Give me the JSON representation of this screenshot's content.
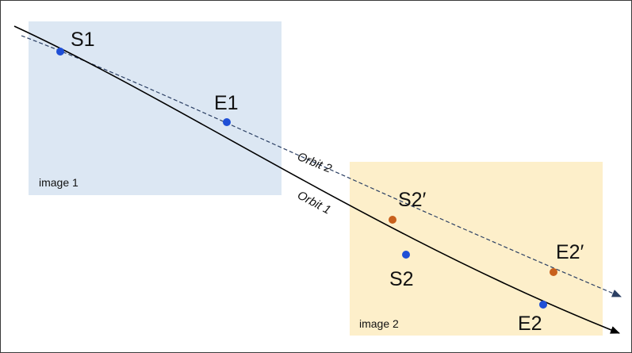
{
  "images": [
    {
      "id": "image1",
      "label": "image 1",
      "fill": "#dce7f3"
    },
    {
      "id": "image2",
      "label": "image 2",
      "fill": "#fdefca"
    }
  ],
  "orbits": [
    {
      "id": "orbit1",
      "label": "Orbit 1",
      "style": "solid",
      "color": "#000000"
    },
    {
      "id": "orbit2",
      "label": "Orbit 2",
      "style": "dashed",
      "color": "#2b3f63"
    }
  ],
  "points": [
    {
      "id": "S1",
      "label": "S1",
      "color": "#1f4fd6"
    },
    {
      "id": "E1",
      "label": "E1",
      "color": "#1f4fd6"
    },
    {
      "id": "S2",
      "label": "S2",
      "color": "#1f4fd6"
    },
    {
      "id": "E2",
      "label": "E2",
      "color": "#1f4fd6"
    },
    {
      "id": "S2p",
      "label": "S2′",
      "color": "#c8601c"
    },
    {
      "id": "E2p",
      "label": "E2′",
      "color": "#c8601c"
    }
  ]
}
